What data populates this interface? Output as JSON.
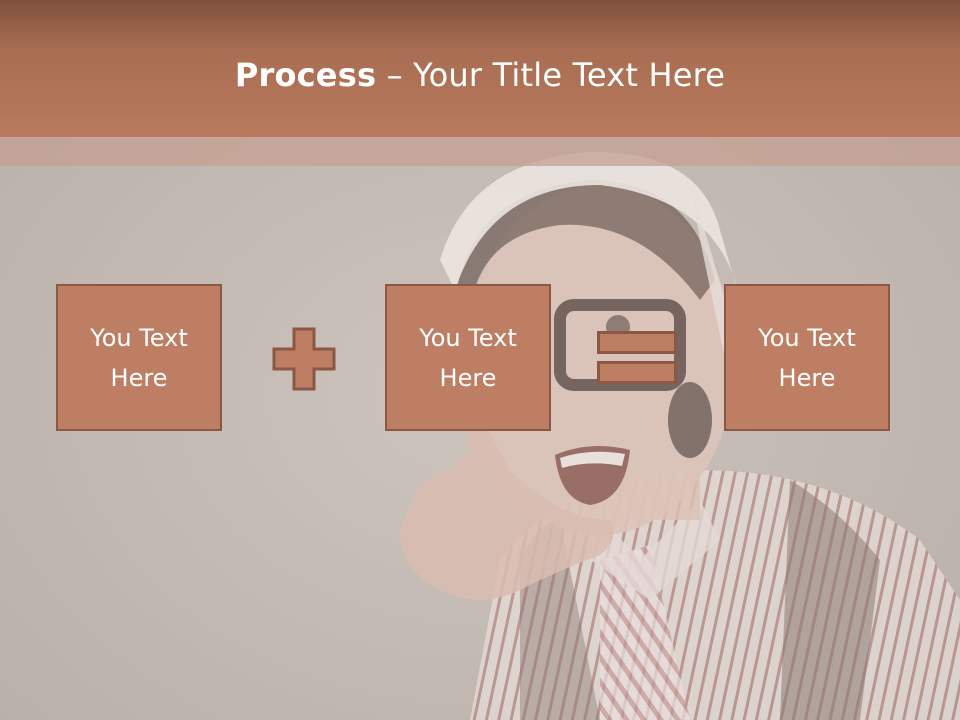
{
  "slide": {
    "title_bold": "Process",
    "title_rest": " – Your Title Text Here",
    "colors": {
      "title_bar": "#b97a5e",
      "box_fill": "#bd7e63",
      "box_border": "#8a5844",
      "background": "#c6bdb7"
    }
  },
  "process": {
    "steps": [
      {
        "label": "You Text Here"
      },
      {
        "label": "You Text Here"
      },
      {
        "label": "You Text Here"
      }
    ],
    "operators": [
      "plus-icon",
      "equals-icon"
    ]
  }
}
